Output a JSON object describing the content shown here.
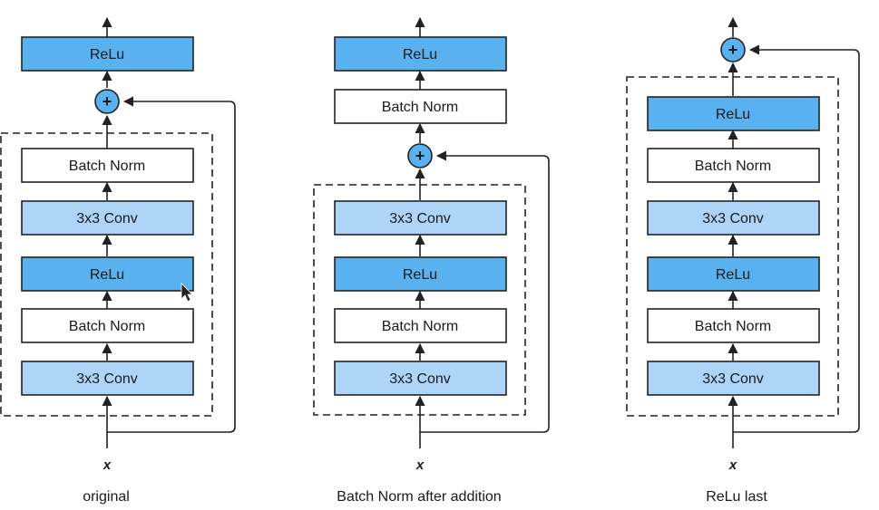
{
  "diagrams": [
    {
      "caption": "original",
      "input_label": "x",
      "add_symbol": "+",
      "blocks_top_to_bottom": [
        "ReLu",
        "Batch Norm",
        "3x3 Conv",
        "ReLu",
        "Batch Norm",
        "3x3 Conv"
      ]
    },
    {
      "caption": "Batch Norm after addition",
      "input_label": "x",
      "add_symbol": "+",
      "blocks_top_to_bottom": [
        "ReLu",
        "Batch Norm",
        "3x3 Conv",
        "ReLu",
        "Batch Norm",
        "3x3 Conv"
      ]
    },
    {
      "caption": "ReLu last",
      "input_label": "x",
      "add_symbol": "+",
      "blocks_top_to_bottom": [
        "ReLu",
        "Batch Norm",
        "3x3 Conv",
        "ReLu",
        "Batch Norm",
        "3x3 Conv"
      ]
    }
  ],
  "colors": {
    "relu": "#5ab1f0",
    "conv": "#aed4f8",
    "batch_norm": "#ffffff",
    "stroke": "#222222",
    "add_circle": "#5ab1f0"
  }
}
